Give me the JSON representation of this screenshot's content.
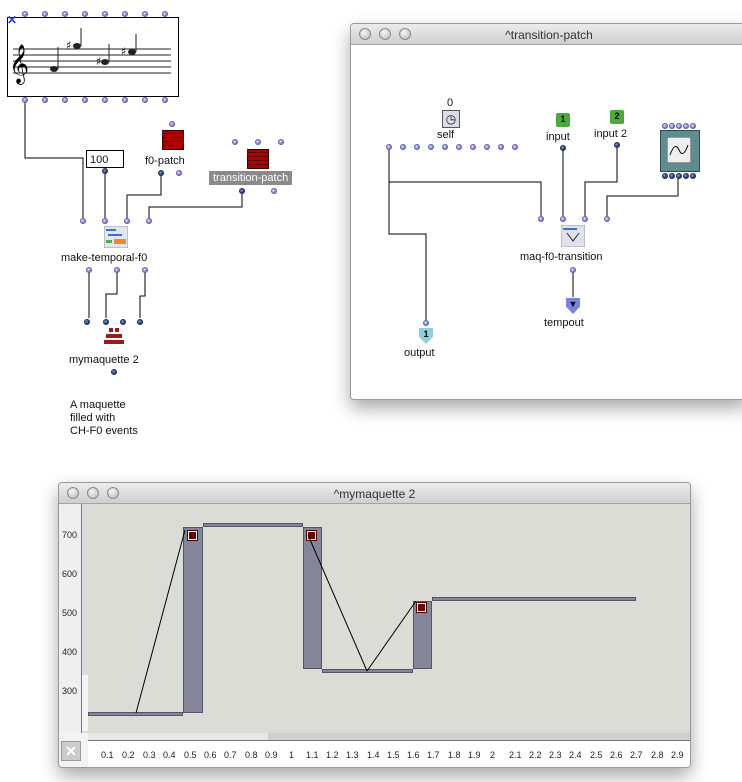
{
  "main_patch": {
    "number_box_value": "100",
    "boxes": {
      "f0_patch": "f0-patch",
      "transition_patch": "transition-patch",
      "make_temporal": "make-temporal-f0",
      "maquette": "mymaquette 2"
    },
    "comment": [
      "A maquette",
      "filled with",
      "CH-F0 events"
    ]
  },
  "transition_window": {
    "title": "^transition-patch",
    "self_value": "0",
    "self_label": "self",
    "input_label": "input",
    "input2_label": "input 2",
    "input_num": "1",
    "input2_num": "2",
    "output_num": "1",
    "output_label": "output",
    "function_label": "maq-f0-transition",
    "tempout_label": "tempout"
  },
  "maquette_window": {
    "title": "^mymaquette 2",
    "y_ticks": [
      "700",
      "600",
      "500",
      "400",
      "300"
    ],
    "x_ticks": [
      "0.1",
      "0.2",
      "0.3",
      "0.4",
      "0.5",
      "0.6",
      "0.7",
      "0.8",
      "0.9",
      "1",
      "1.1",
      "1.2",
      "1.3",
      "1.4",
      "1.5",
      "1.6",
      "1.7",
      "1.8",
      "1.9",
      "2",
      "2.1",
      "2.2",
      "2.3",
      "2.4",
      "2.5",
      "2.6",
      "2.7",
      "2.8",
      "2.9"
    ]
  }
}
